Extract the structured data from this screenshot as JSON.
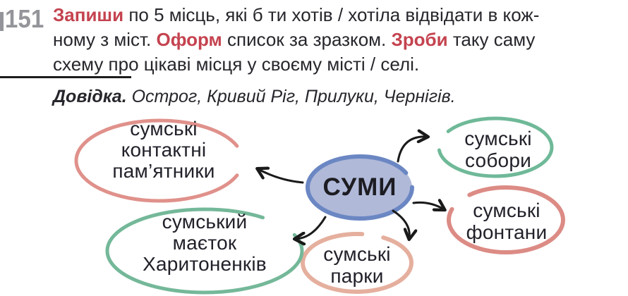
{
  "colors": {
    "accent_red": "#c4434f",
    "task_number_gray": "#94959a",
    "text_black": "#26262c",
    "arrow_black": "#1a1a1a"
  },
  "header": {
    "task_number": "151"
  },
  "instruction": {
    "lines": [
      [
        {
          "text": "Запиши",
          "style": "red-bold"
        },
        {
          "text": " по 5 місць, які б ти хотів / хотіла відвідати в кож-",
          "style": "plain"
        }
      ],
      [
        {
          "text": "ному з міст. ",
          "style": "plain"
        },
        {
          "text": "Оформ",
          "style": "red-bold"
        },
        {
          "text": " список за зразком. ",
          "style": "plain"
        },
        {
          "text": "Зроби",
          "style": "red-bold"
        },
        {
          "text": " таку саму",
          "style": "plain"
        }
      ],
      [
        {
          "text": "схему про цікаві місця у своєму місті / селі.",
          "style": "plain"
        }
      ]
    ]
  },
  "reference": {
    "segments": [
      {
        "text": "Довідка.",
        "style": "bold-italic"
      },
      {
        "text": " Острог, Кривий Ріг, Прилуки, Чернігів.",
        "style": "italic"
      }
    ]
  },
  "diagram": {
    "center": {
      "label": "СУМИ",
      "fill": "#b0b9d8",
      "stroke": "#6b87c3"
    },
    "arrow_color": "#1a1a1a",
    "nodes": [
      {
        "id": "contact-monuments",
        "label": "сумські\nконтактні\nпам’ятники",
        "color": "#e0918b"
      },
      {
        "id": "cathedrals",
        "label": "сумські\nсобори",
        "color": "#6fb998"
      },
      {
        "id": "fountains",
        "label": "сумські\nфонтани",
        "color": "#dc8b85"
      },
      {
        "id": "parks",
        "label": "сумські\nпарки",
        "color": "#e5af9e"
      },
      {
        "id": "estate",
        "label": "сумський\nмаєток\nХаритоненків",
        "color": "#74b899"
      }
    ]
  }
}
